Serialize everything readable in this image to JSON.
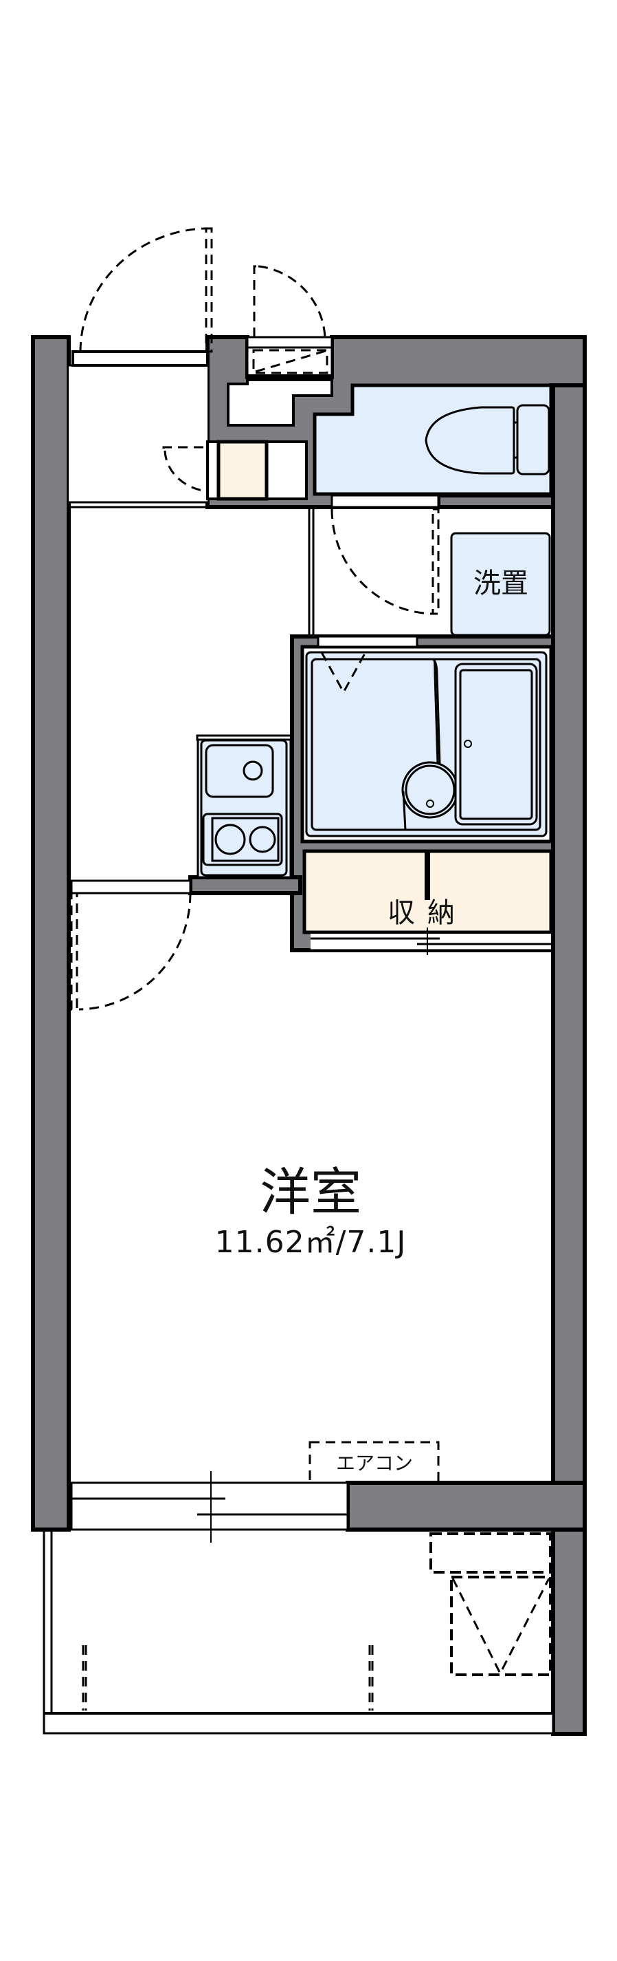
{
  "floorplan": {
    "rooms": {
      "western_room": {
        "name": "洋室",
        "area": "11.62㎡/7.1J"
      },
      "closet": {
        "name": "収納"
      },
      "washer_space": {
        "name": "洗置"
      },
      "air_conditioner": {
        "name": "エアコン"
      }
    },
    "colors": {
      "wall": "#7f7e83",
      "wet_area": "#e3eefc",
      "storage": "#fdf3e3",
      "line": "#000000",
      "background": "#ffffff"
    }
  }
}
